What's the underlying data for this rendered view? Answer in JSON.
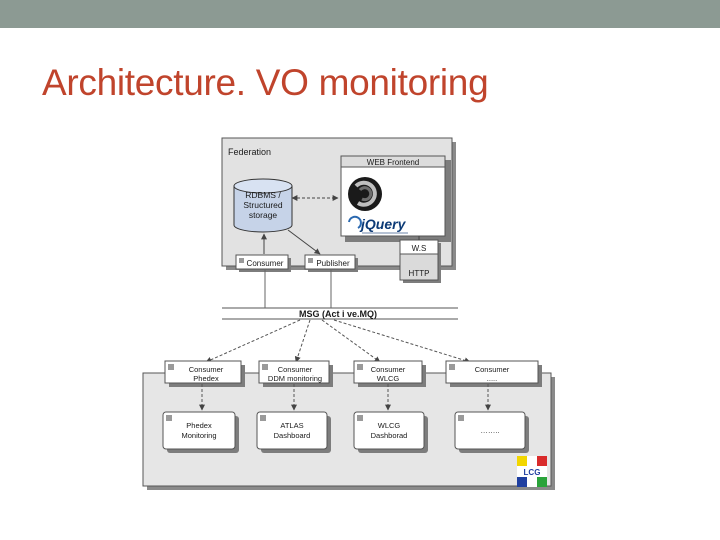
{
  "slide": {
    "title": "Architecture. VO monitoring"
  },
  "diagram": {
    "federation_label": "Federation",
    "web_frontend_label": "WEB Frontend",
    "jquery_label": "jQuery",
    "rdbms_lines": [
      "RDBMS /",
      "Structured",
      "storage"
    ],
    "consumer_label": "Consumer",
    "publisher_label": "Publisher",
    "ws_label": "W.S",
    "http_label": "HTTP",
    "msg_label": "MSG  (Act i ve.MQ)",
    "consumers": [
      {
        "title": "Consumer",
        "subtitle": "Phedex"
      },
      {
        "title": "Consumer",
        "subtitle": "DDM monitoring"
      },
      {
        "title": "Consumer",
        "subtitle": "WLCG"
      },
      {
        "title": "Consumer",
        "subtitle": "....."
      }
    ],
    "dashboards": [
      {
        "line1": "Phedex",
        "line2": "Monitoring"
      },
      {
        "line1": "ATLAS",
        "line2": "Dashboard"
      },
      {
        "line1": "WLCG",
        "line2": "Dashborad"
      },
      {
        "line1": "……..",
        "line2": ""
      }
    ],
    "logo_text": "LCG",
    "colors": {
      "title": "#c0442c",
      "topbar": "#8c9a93",
      "panel": "#e2e2e2",
      "db": "#c6d3e8",
      "logo_blue": "#1f3fa0"
    }
  }
}
